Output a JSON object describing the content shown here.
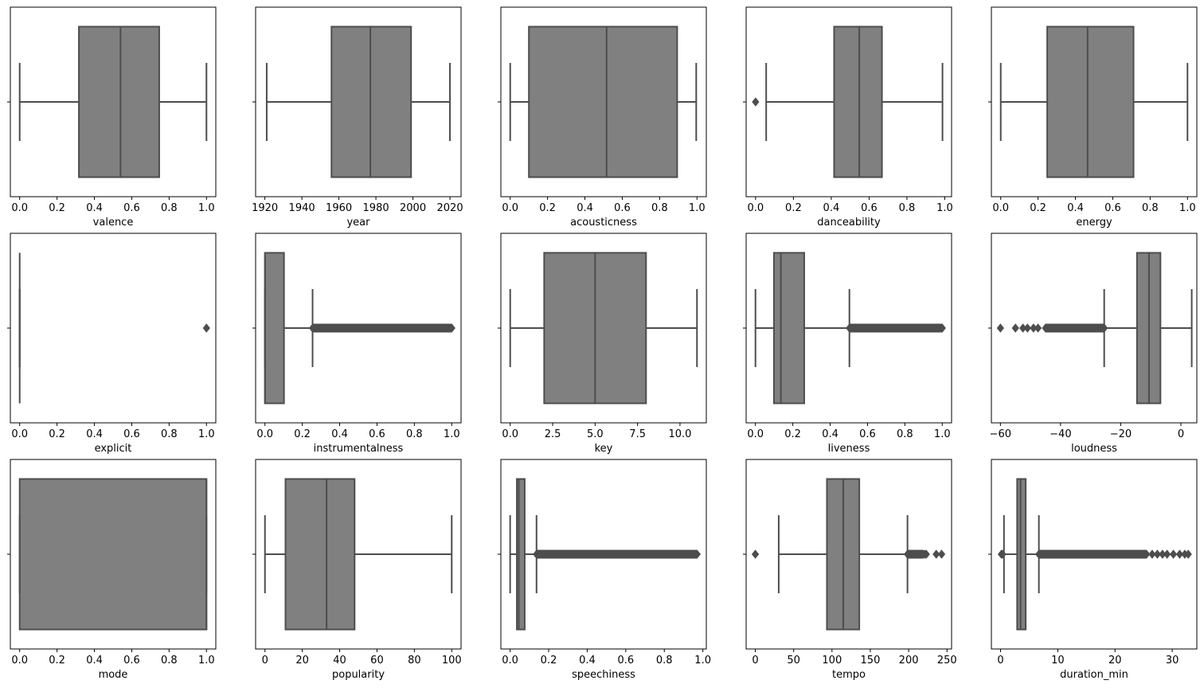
{
  "figure": {
    "box_fill": "#808080",
    "line_color": "#4d4d4d",
    "axis_color": "#000000"
  },
  "chart_data": [
    {
      "type": "box",
      "xlabel": "valence",
      "xlim": [
        -0.05,
        1.05
      ],
      "ticks": [
        0,
        0.2,
        0.4,
        0.6,
        0.8,
        1.0
      ],
      "tick_labels": [
        "0.0",
        "0.2",
        "0.4",
        "0.6",
        "0.8",
        "1.0"
      ],
      "whisker_low": 0.0,
      "q1": 0.317,
      "median": 0.54,
      "q3": 0.747,
      "whisker_high": 1.0,
      "outliers": [],
      "outlier_bands": []
    },
    {
      "type": "box",
      "xlabel": "year",
      "xlim": [
        1915,
        2026
      ],
      "ticks": [
        1920,
        1940,
        1960,
        1980,
        2000,
        2020
      ],
      "tick_labels": [
        "1920",
        "1940",
        "1960",
        "1980",
        "2000",
        "2020"
      ],
      "whisker_low": 1921,
      "q1": 1956,
      "median": 1977,
      "q3": 1999,
      "whisker_high": 2020,
      "outliers": [],
      "outlier_bands": []
    },
    {
      "type": "box",
      "xlabel": "acousticness",
      "xlim": [
        -0.05,
        1.05
      ],
      "ticks": [
        0,
        0.2,
        0.4,
        0.6,
        0.8,
        1.0
      ],
      "tick_labels": [
        "0.0",
        "0.2",
        "0.4",
        "0.6",
        "0.8",
        "1.0"
      ],
      "whisker_low": 0.0,
      "q1": 0.1,
      "median": 0.516,
      "q3": 0.894,
      "whisker_high": 0.996,
      "outliers": [],
      "outlier_bands": []
    },
    {
      "type": "box",
      "xlabel": "danceability",
      "xlim": [
        -0.05,
        1.036
      ],
      "ticks": [
        0,
        0.2,
        0.4,
        0.6,
        0.8,
        1.0
      ],
      "tick_labels": [
        "0.0",
        "0.2",
        "0.4",
        "0.6",
        "0.8",
        "1.0"
      ],
      "whisker_low": 0.056,
      "q1": 0.415,
      "median": 0.548,
      "q3": 0.668,
      "whisker_high": 0.988,
      "outliers": [
        0.0
      ],
      "outlier_bands": []
    },
    {
      "type": "box",
      "xlabel": "energy",
      "xlim": [
        -0.05,
        1.05
      ],
      "ticks": [
        0,
        0.2,
        0.4,
        0.6,
        0.8,
        1.0
      ],
      "tick_labels": [
        "0.0",
        "0.2",
        "0.4",
        "0.6",
        "0.8",
        "1.0"
      ],
      "whisker_low": 0.0,
      "q1": 0.249,
      "median": 0.465,
      "q3": 0.711,
      "whisker_high": 1.0,
      "outliers": [],
      "outlier_bands": []
    },
    {
      "type": "box",
      "xlabel": "explicit",
      "xlim": [
        -0.05,
        1.05
      ],
      "ticks": [
        0,
        0.2,
        0.4,
        0.6,
        0.8,
        1.0
      ],
      "tick_labels": [
        "0.0",
        "0.2",
        "0.4",
        "0.6",
        "0.8",
        "1.0"
      ],
      "whisker_low": 0,
      "q1": 0,
      "median": 0,
      "q3": 0,
      "whisker_high": 0,
      "outliers": [
        1.0
      ],
      "outlier_bands": []
    },
    {
      "type": "box",
      "xlabel": "instrumentalness",
      "xlim": [
        -0.05,
        1.05
      ],
      "ticks": [
        0,
        0.2,
        0.4,
        0.6,
        0.8,
        1.0
      ],
      "tick_labels": [
        "0.0",
        "0.2",
        "0.4",
        "0.6",
        "0.8",
        "1.0"
      ],
      "whisker_low": 0.0,
      "q1": 0.0,
      "median": 0.0002,
      "q3": 0.102,
      "whisker_high": 0.255,
      "outliers": [],
      "outlier_bands": [
        [
          0.255,
          1.0
        ]
      ]
    },
    {
      "type": "box",
      "xlabel": "key",
      "xlim": [
        -0.55,
        11.55
      ],
      "ticks": [
        0,
        2.5,
        5,
        7.5,
        10
      ],
      "tick_labels": [
        "0.0",
        "2.5",
        "5.0",
        "7.5",
        "10.0"
      ],
      "whisker_low": 0,
      "q1": 2,
      "median": 5,
      "q3": 8,
      "whisker_high": 11,
      "outliers": [],
      "outlier_bands": []
    },
    {
      "type": "box",
      "xlabel": "liveness",
      "xlim": [
        -0.05,
        1.05
      ],
      "ticks": [
        0,
        0.2,
        0.4,
        0.6,
        0.8,
        1.0
      ],
      "tick_labels": [
        "0.0",
        "0.2",
        "0.4",
        "0.6",
        "0.8",
        "1.0"
      ],
      "whisker_low": 0.0,
      "q1": 0.0988,
      "median": 0.136,
      "q3": 0.261,
      "whisker_high": 0.503,
      "outliers": [],
      "outlier_bands": [
        [
          0.503,
          1.0
        ]
      ]
    },
    {
      "type": "box",
      "xlabel": "loudness",
      "xlim": [
        -63,
        5.3
      ],
      "ticks": [
        -60,
        -40,
        -20,
        0
      ],
      "tick_labels": [
        "−60",
        "−40",
        "−20",
        "0"
      ],
      "whisker_low": -25.5,
      "q1": -14.6,
      "median": -10.6,
      "q3": -6.8,
      "whisker_high": 3.6,
      "outliers": [
        -60,
        -55,
        -52.5,
        -51,
        -49,
        -47.5
      ],
      "outlier_bands": [
        [
          -45,
          -25.5
        ]
      ]
    },
    {
      "type": "box",
      "xlabel": "mode",
      "xlim": [
        -0.05,
        1.05
      ],
      "ticks": [
        0,
        0.2,
        0.4,
        0.6,
        0.8,
        1.0
      ],
      "tick_labels": [
        "0.0",
        "0.2",
        "0.4",
        "0.6",
        "0.8",
        "1.0"
      ],
      "whisker_low": 0,
      "q1": 0,
      "median": 1,
      "q3": 1,
      "whisker_high": 1,
      "outliers": [],
      "outlier_bands": []
    },
    {
      "type": "box",
      "xlabel": "popularity",
      "xlim": [
        -5,
        105
      ],
      "ticks": [
        0,
        20,
        40,
        60,
        80,
        100
      ],
      "tick_labels": [
        "0",
        "20",
        "40",
        "60",
        "80",
        "100"
      ],
      "whisker_low": 0,
      "q1": 11,
      "median": 33,
      "q3": 48,
      "whisker_high": 100,
      "outliers": [],
      "outlier_bands": []
    },
    {
      "type": "box",
      "xlabel": "speechiness",
      "xlim": [
        -0.048,
        1.018
      ],
      "ticks": [
        0,
        0.2,
        0.4,
        0.6,
        0.8,
        1.0
      ],
      "tick_labels": [
        "0.0",
        "0.2",
        "0.4",
        "0.6",
        "0.8",
        "1.0"
      ],
      "whisker_low": 0.0,
      "q1": 0.0349,
      "median": 0.045,
      "q3": 0.0756,
      "whisker_high": 0.137,
      "outliers": [],
      "outlier_bands": [
        [
          0.137,
          0.97
        ]
      ]
    },
    {
      "type": "box",
      "xlabel": "tempo",
      "xlim": [
        -12,
        256
      ],
      "ticks": [
        0,
        50,
        100,
        150,
        200,
        250
      ],
      "tick_labels": [
        "0",
        "50",
        "100",
        "150",
        "200",
        "250"
      ],
      "whisker_low": 30.5,
      "q1": 93.4,
      "median": 114.7,
      "q3": 135.6,
      "whisker_high": 198.5,
      "outliers": [
        0,
        221,
        223,
        236,
        243
      ],
      "outlier_bands": [
        [
          198.5,
          219
        ]
      ]
    },
    {
      "type": "box",
      "xlabel": "duration_min",
      "xlim": [
        -1.6,
        34.3
      ],
      "ticks": [
        0,
        10,
        20,
        30
      ],
      "tick_labels": [
        "0",
        "10",
        "20",
        "30"
      ],
      "whisker_low": 0.6,
      "q1": 2.9,
      "median": 3.5,
      "q3": 4.4,
      "whisker_high": 6.7,
      "outliers": [
        0.15,
        0.35,
        26.5,
        27.4,
        28.3,
        29.1,
        30.2,
        31.3,
        32.2,
        32.8
      ],
      "outlier_bands": [
        [
          6.7,
          25.5
        ]
      ]
    }
  ]
}
